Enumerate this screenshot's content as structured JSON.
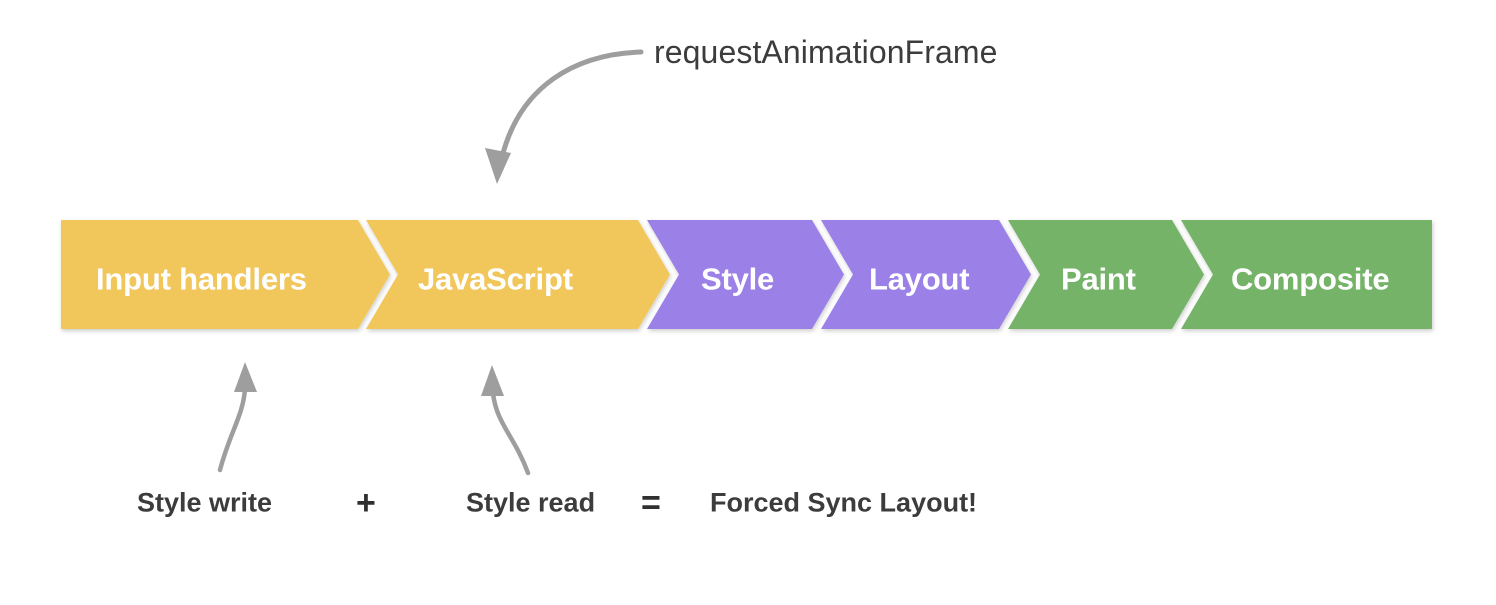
{
  "diagram": {
    "title_annotation": "requestAnimationFrame",
    "background_color": "#ffffff",
    "arrow_color": "#9e9e9e",
    "text_color": "#3c3c3c",
    "pipeline": {
      "stages": [
        {
          "label": "Input handlers",
          "color": "#f1c75b",
          "group": "javascript"
        },
        {
          "label": "JavaScript",
          "color": "#f1c75b",
          "group": "javascript"
        },
        {
          "label": "Style",
          "color": "#9b80e8",
          "group": "style-layout"
        },
        {
          "label": "Layout",
          "color": "#9b80e8",
          "group": "style-layout"
        },
        {
          "label": "Paint",
          "color": "#74b369",
          "group": "paint-composite"
        },
        {
          "label": "Composite",
          "color": "#74b369",
          "group": "paint-composite"
        }
      ]
    },
    "annotations": {
      "top": {
        "label": "requestAnimationFrame",
        "points_to": "JavaScript"
      },
      "bottom": {
        "term_1": "Style write",
        "operator_1": "+",
        "term_2": "Style read",
        "operator_2": "=",
        "result": "Forced Sync Layout!"
      }
    }
  }
}
